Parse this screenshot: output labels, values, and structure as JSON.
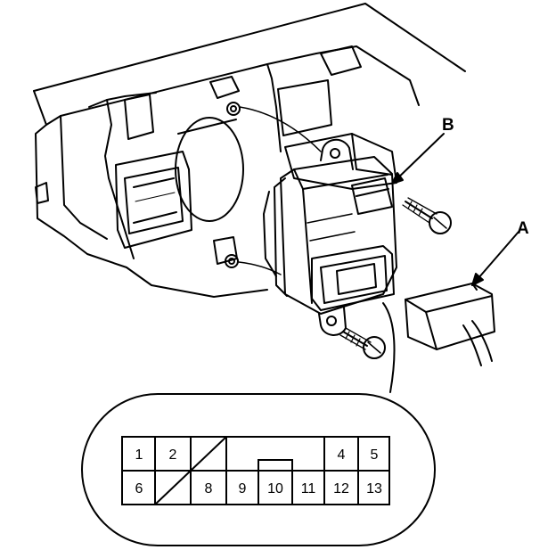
{
  "callouts": {
    "a": "A",
    "b": "B"
  },
  "connector": {
    "top_row": [
      "1",
      "2",
      "",
      "",
      "",
      "",
      "",
      "4",
      "5"
    ],
    "bottom_row": [
      "6",
      "",
      "8",
      "9",
      "10",
      "11",
      "12",
      "13"
    ]
  },
  "colors": {
    "line": "#000000",
    "background": "#ffffff"
  }
}
